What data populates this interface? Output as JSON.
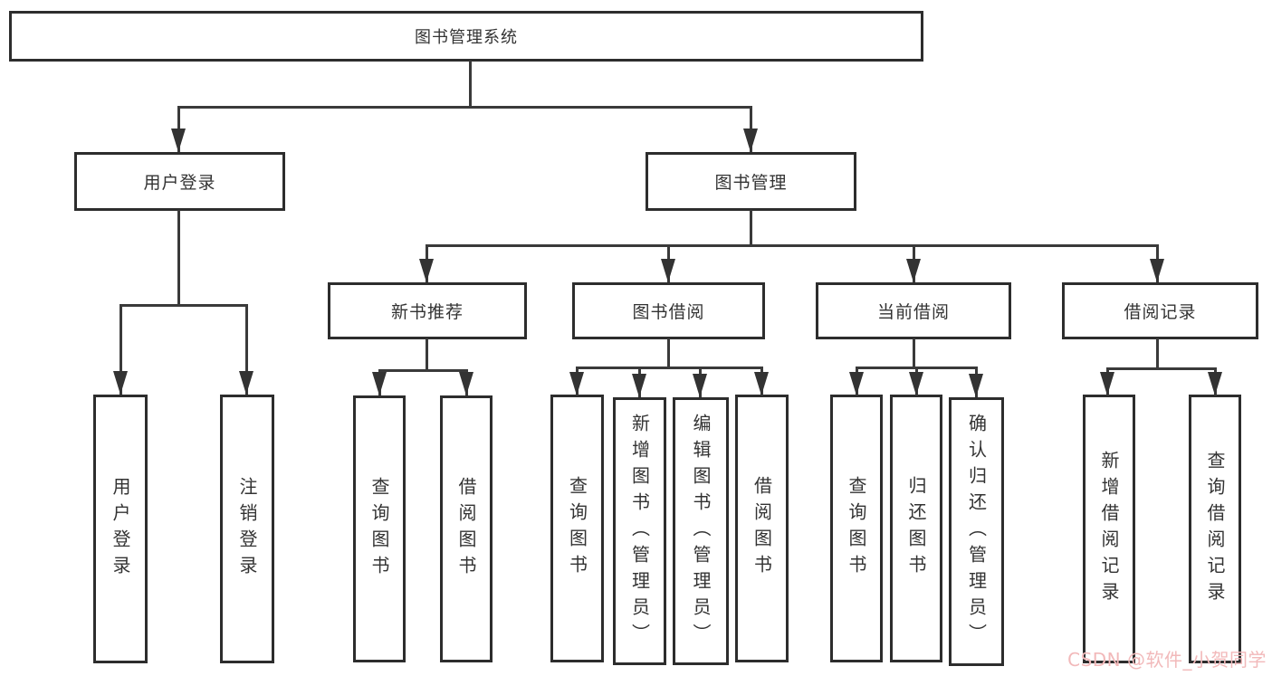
{
  "diagram_title": "图书管理系统",
  "colors": {
    "line": "#3a3a3a",
    "box_border": "#2d2d2d",
    "text": "#333333",
    "background": "#ffffff",
    "watermark": "#f2b9ba"
  },
  "tree": {
    "root": {
      "label": "图书管理系统"
    },
    "branches": [
      {
        "label": "用户登录",
        "children": [
          {
            "label": "用户登录"
          },
          {
            "label": "注销登录"
          }
        ]
      },
      {
        "label": "图书管理",
        "children": [
          {
            "label": "新书推荐",
            "children": [
              {
                "label": "查询图书"
              },
              {
                "label": "借阅图书"
              }
            ]
          },
          {
            "label": "图书借阅",
            "children": [
              {
                "label": "查询图书"
              },
              {
                "label": "新增图书（管理员）"
              },
              {
                "label": "编辑图书（管理员）"
              },
              {
                "label": "借阅图书"
              }
            ]
          },
          {
            "label": "当前借阅",
            "children": [
              {
                "label": "查询图书"
              },
              {
                "label": "归还图书"
              },
              {
                "label": "确认归还（管理员）"
              }
            ]
          },
          {
            "label": "借阅记录",
            "children": [
              {
                "label": "新增借阅记录"
              },
              {
                "label": "查询借阅记录"
              }
            ]
          }
        ]
      }
    ]
  },
  "watermark": {
    "text": "CSDN @软件_小贺同学"
  }
}
